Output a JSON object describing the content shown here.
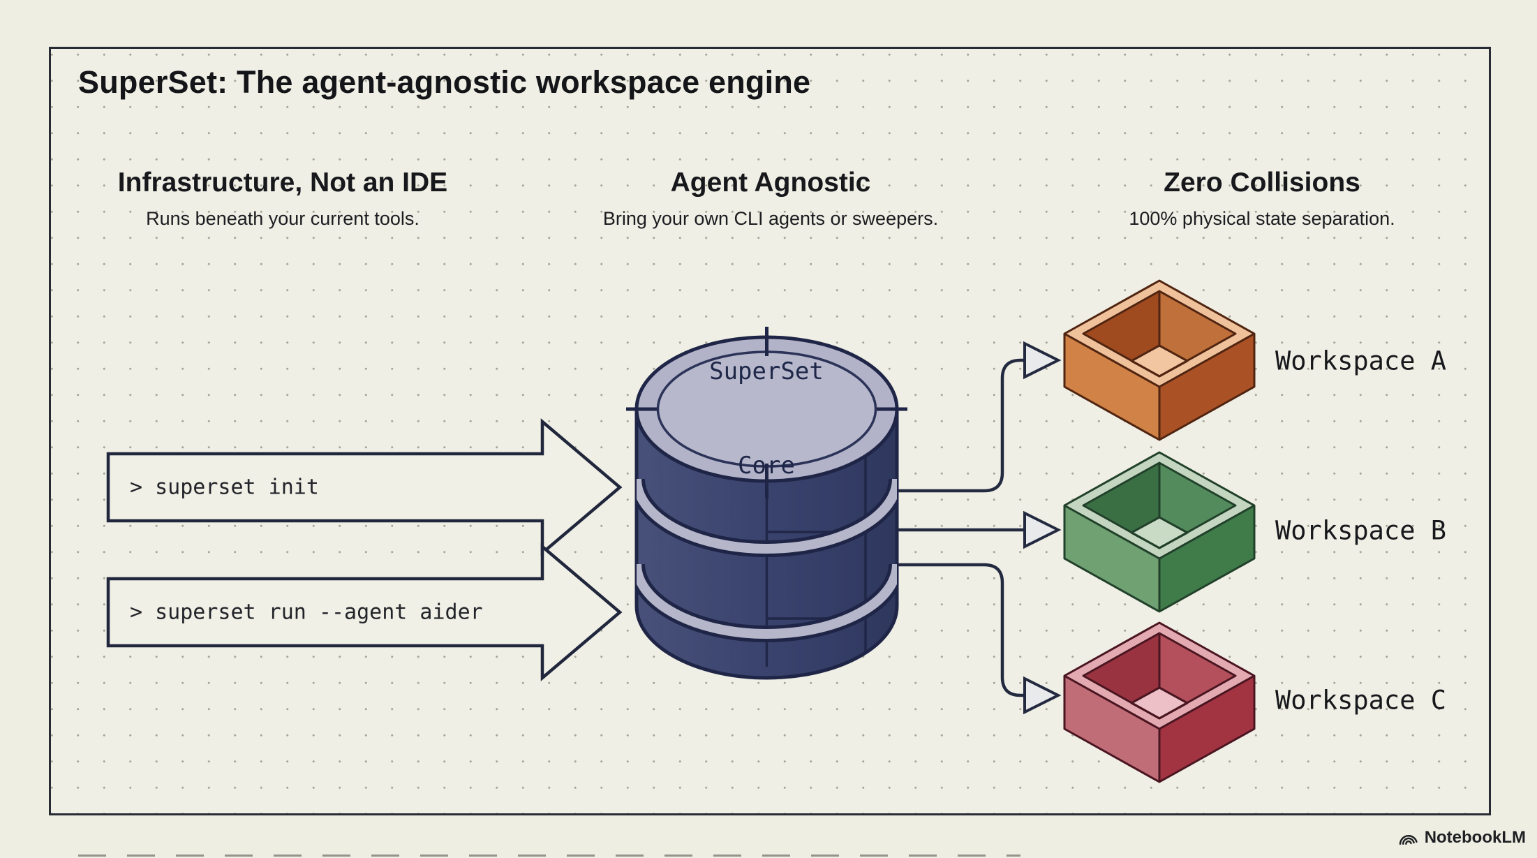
{
  "title": "SuperSet: The agent-agnostic workspace engine",
  "columns": [
    {
      "heading": "Infrastructure, Not an IDE",
      "subheading": "Runs beneath your current tools."
    },
    {
      "heading": "Agent Agnostic",
      "subheading": "Bring your own CLI agents or sweepers."
    },
    {
      "heading": "Zero Collisions",
      "subheading": "100% physical state separation."
    }
  ],
  "commands": [
    {
      "text": "> superset init"
    },
    {
      "text": "> superset run --agent aider"
    }
  ],
  "core": {
    "line1": "SuperSet",
    "line2": "Core",
    "top_color": "#b2b3c8",
    "ring_color": "#2c3358",
    "outline_color": "#1f2546",
    "band_color": "#b5b6ca"
  },
  "workspaces": [
    {
      "label": "Workspace A",
      "colors": {
        "rim": "#f0c29c",
        "left_face": "#d08247",
        "right_face": "#aa5226",
        "cavity_left": "#a04b1f",
        "cavity_right": "#c0703a",
        "floor": "#f2c6a0",
        "outline": "#4f2410"
      }
    },
    {
      "label": "Workspace B",
      "colors": {
        "rim": "#c4d6c0",
        "left_face": "#6fa173",
        "right_face": "#3f7c4a",
        "cavity_left": "#3a6f44",
        "cavity_right": "#538b5c",
        "floor": "#c9dac5",
        "outline": "#21402a"
      }
    },
    {
      "label": "Workspace C",
      "colors": {
        "rim": "#e3aab2",
        "left_face": "#c16d78",
        "right_face": "#a23442",
        "cavity_left": "#993340",
        "cavity_right": "#b3505c",
        "floor": "#ecc0c6",
        "outline": "#491520"
      }
    }
  ],
  "footer": {
    "brand": "NotebookLM"
  },
  "palette": {
    "background": "#efeee3",
    "panel_border": "#272c34",
    "connector": "#232a40",
    "arrow_fill": "#f1f0e6",
    "dot_grid": "#a7a69a",
    "text": "#17181c"
  }
}
